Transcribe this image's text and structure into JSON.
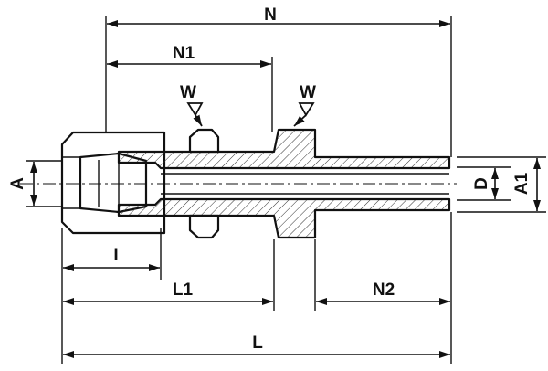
{
  "drawing": {
    "labels": {
      "N": "N",
      "N1": "N1",
      "W_left": "W",
      "W_right": "W",
      "A": "A",
      "D": "D",
      "A1": "A1",
      "I": "I",
      "L1": "L1",
      "N2": "N2",
      "L": "L"
    }
  }
}
